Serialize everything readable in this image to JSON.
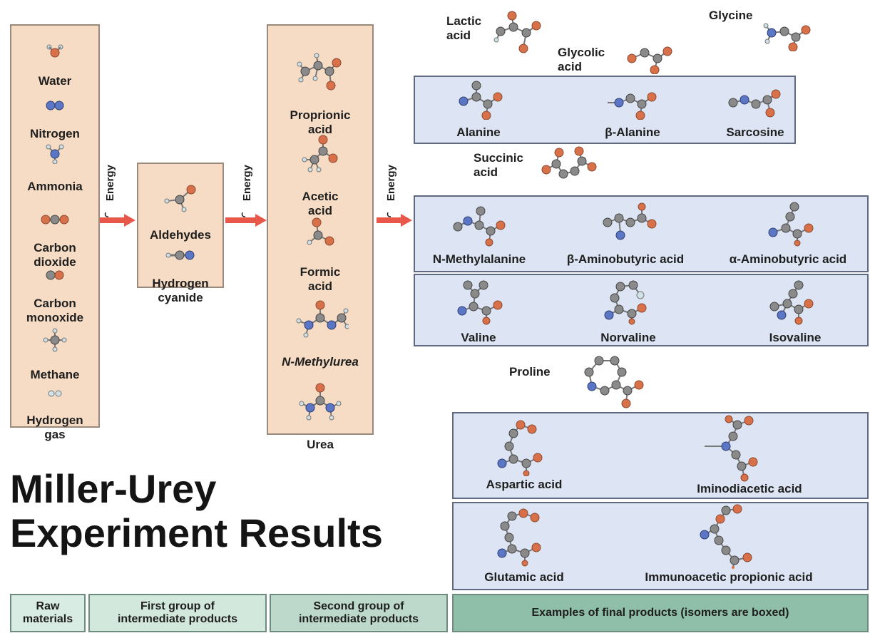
{
  "colors": {
    "raw_bg": "#f6dcc4",
    "box_bg": "#dde5f4",
    "arrow": "#e8584a",
    "legend_light": "#d9ece3",
    "legend_mid": "#bcd9cb",
    "legend_dark": "#8fbfa8",
    "oxygen": "#d8704a",
    "nitrogen": "#5b76c4",
    "carbon": "#8a8a8a",
    "hydrogen": "#cfe0e6"
  },
  "raw": [
    {
      "label": "Water",
      "icon": "water-molecule-icon"
    },
    {
      "label": "Nitrogen",
      "icon": "nitrogen-molecule-icon"
    },
    {
      "label": "Ammonia",
      "icon": "ammonia-molecule-icon"
    },
    {
      "label": "Carbon\ndioxide",
      "icon": "carbon-dioxide-molecule-icon"
    },
    {
      "label": "Carbon\nmonoxide",
      "icon": "carbon-monoxide-molecule-icon"
    },
    {
      "label": "Methane",
      "icon": "methane-molecule-icon"
    },
    {
      "label": "Hydrogen\ngas",
      "icon": "hydrogen-molecule-icon"
    }
  ],
  "first": [
    {
      "label": "Aldehydes",
      "icon": "aldehyde-molecule-icon"
    },
    {
      "label": "Hydrogen\ncyanide",
      "icon": "hydrogen-cyanide-molecule-icon"
    }
  ],
  "second": [
    {
      "label": "Proprionic\nacid"
    },
    {
      "label": "Acetic\nacid"
    },
    {
      "label": "Formic\nacid"
    },
    {
      "label": "N-Methylurea"
    },
    {
      "label": "Urea"
    }
  ],
  "energy": "Energy",
  "final": {
    "lactic": "Lactic\nacid",
    "glycine": "Glycine",
    "glycolic": "Glycolic\nacid",
    "box1": [
      "Alanine",
      "β-Alanine",
      "Sarcosine"
    ],
    "succinic": "Succinic\nacid",
    "box2": [
      "N-Methylalanine",
      "β-Aminobutyric acid",
      "α-Aminobutyric acid"
    ],
    "box3": [
      "Valine",
      "Norvaline",
      "Isovaline"
    ],
    "proline": "Proline",
    "box4": [
      "Aspartic acid",
      "Iminodiacetic acid"
    ],
    "box5": [
      "Glutamic acid",
      "Immunoacetic propionic acid"
    ]
  },
  "title": "Miller-Urey\nExperiment Results",
  "legend": {
    "raw": "Raw\nmaterials",
    "first": "First group of\nintermediate products",
    "second": "Second group of\nintermediate products",
    "final": "Examples of final products (isomers are boxed)"
  }
}
